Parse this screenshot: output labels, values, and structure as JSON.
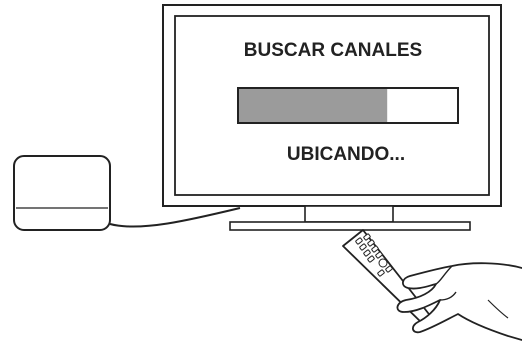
{
  "screen": {
    "title": "BUSCAR CANALES",
    "status": "UBICANDO...",
    "progress_fraction": 0.68
  },
  "colors": {
    "ink": "#222222",
    "progress_fill": "#9b9b9b",
    "progress_empty": "#ffffff",
    "background": "#ffffff"
  },
  "icons": {
    "tv": "television-icon",
    "receiver": "receiver-box-icon",
    "remote": "remote-control-icon",
    "hand": "hand-icon"
  }
}
